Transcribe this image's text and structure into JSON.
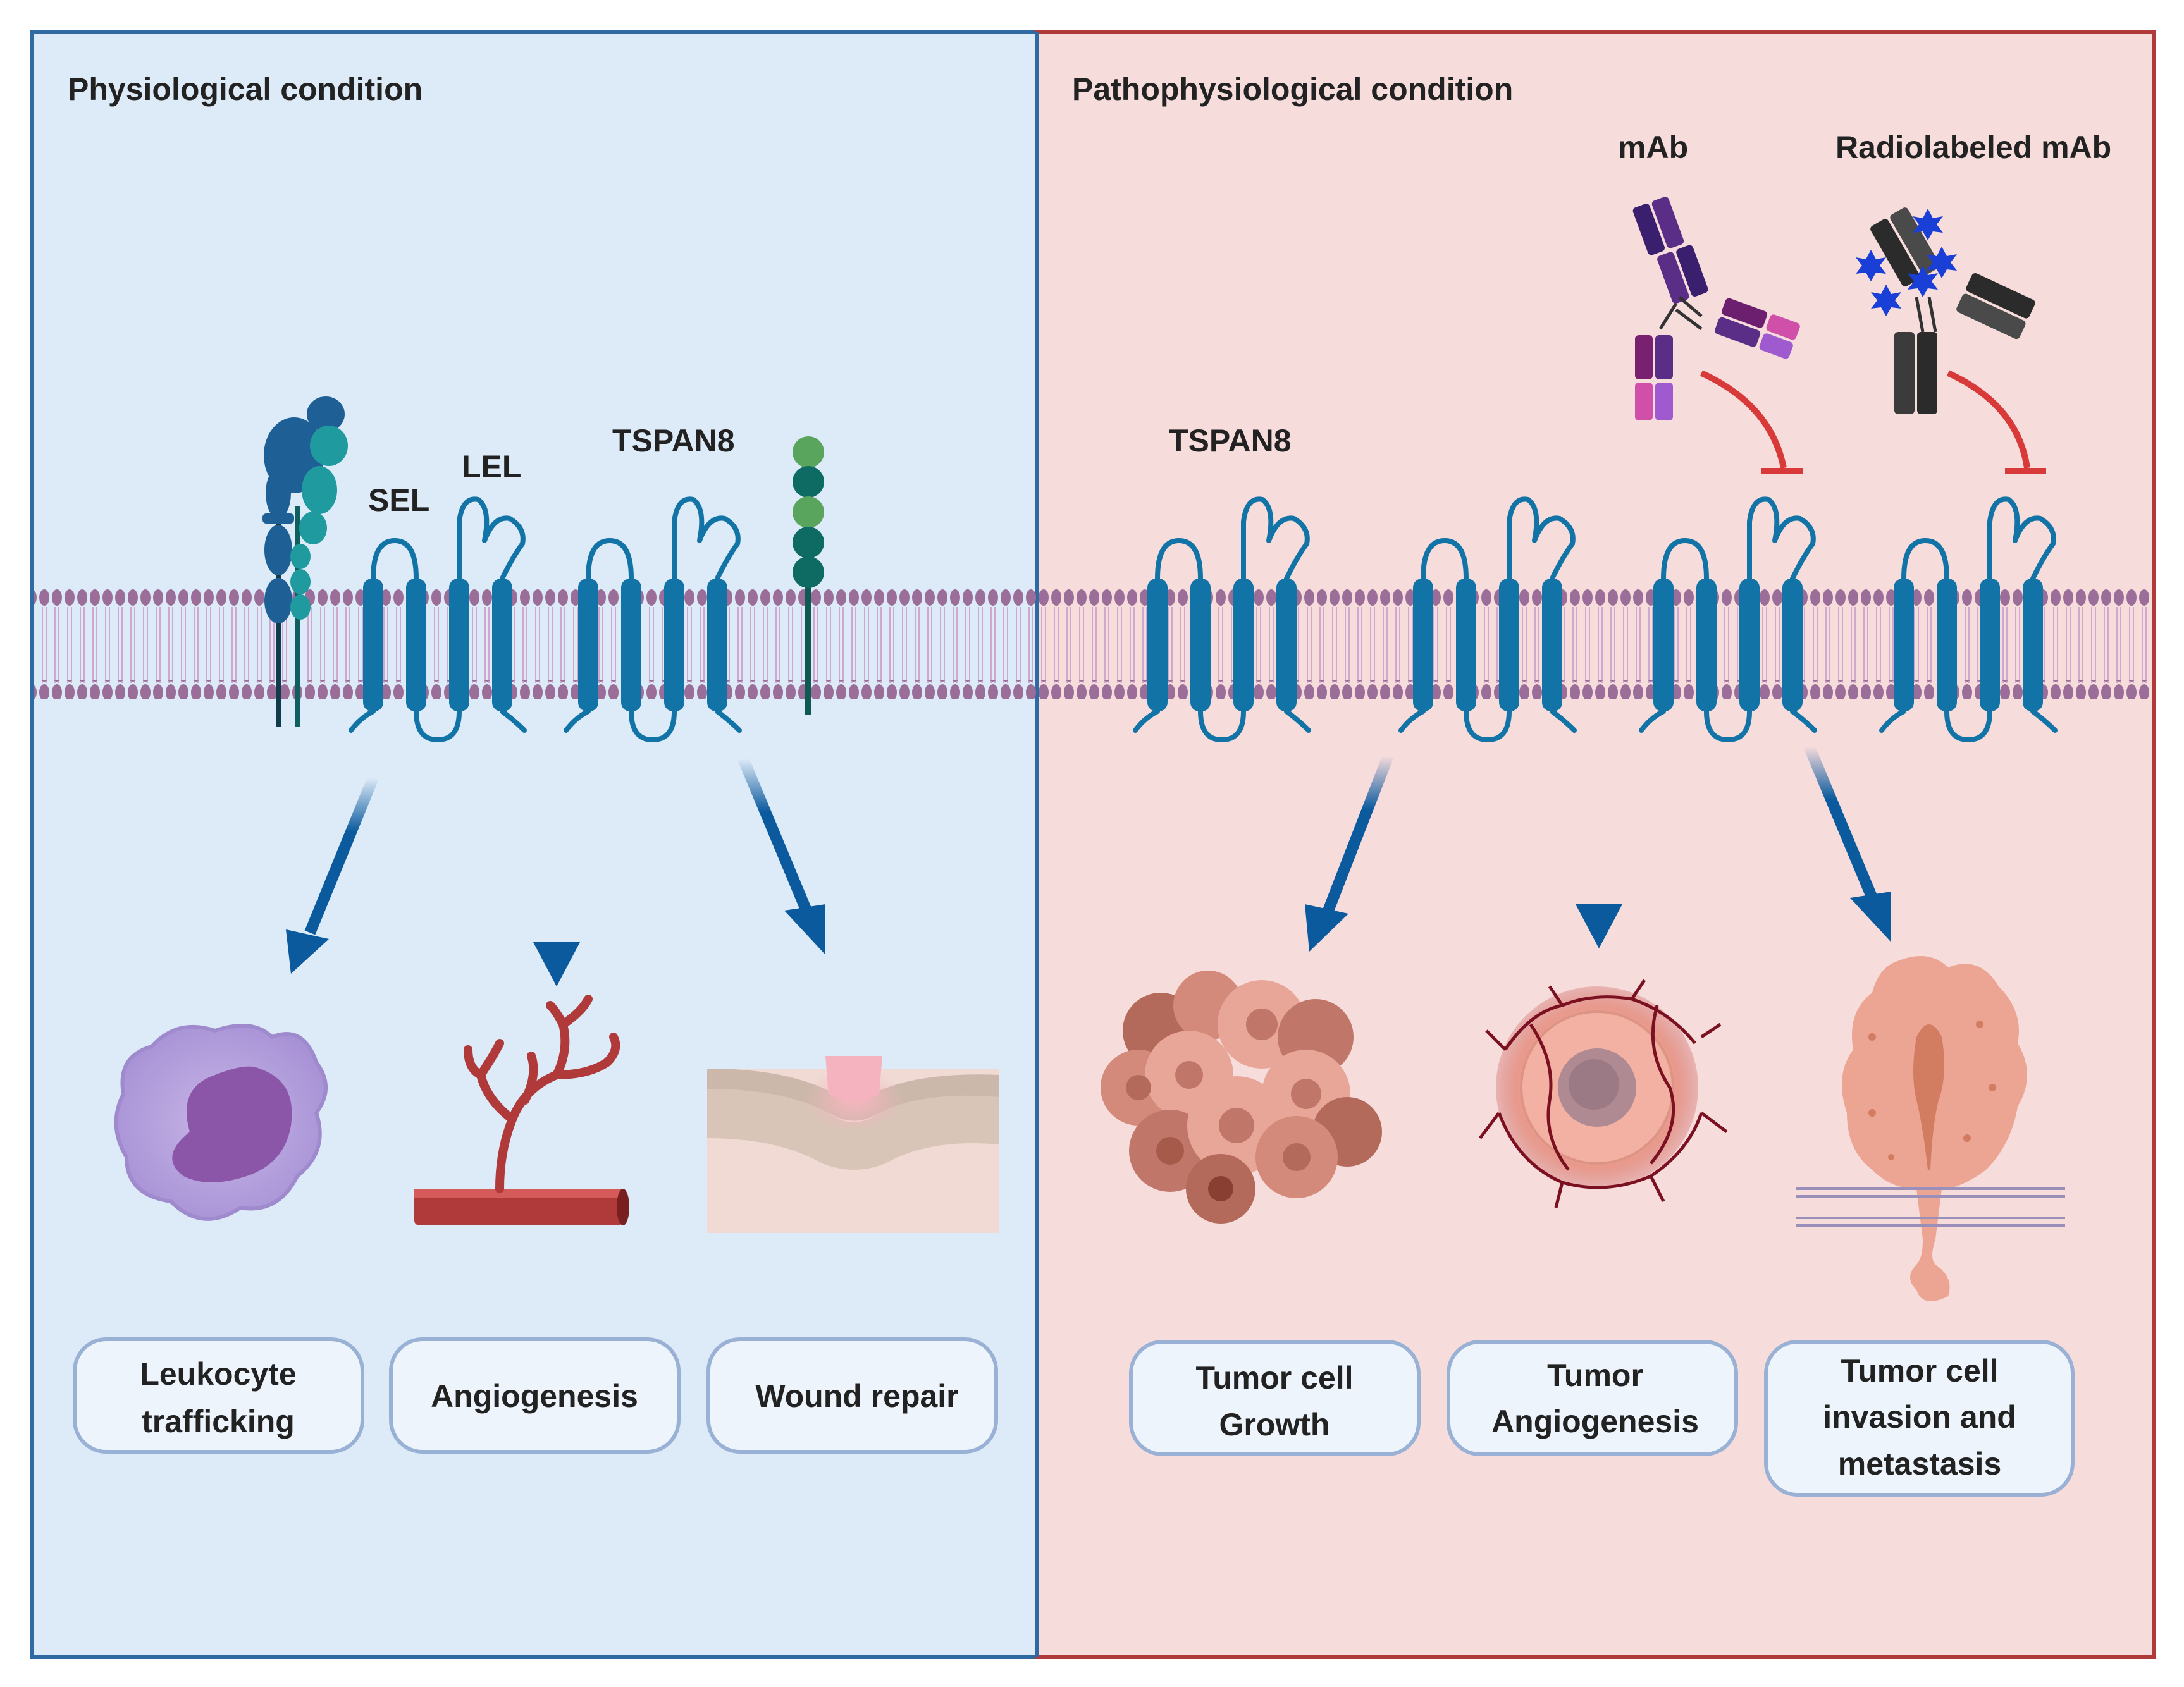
{
  "panels": {
    "left": {
      "title": "Physiological condition",
      "bg": "#ddeaf7",
      "border": "#2f6aa3"
    },
    "right": {
      "title": "Pathophysiological condition",
      "bg": "#f7dcdc",
      "border": "#b03a3a"
    }
  },
  "labels": {
    "sel": "SEL",
    "lel": "LEL",
    "tspan8_left": "TSPAN8",
    "tspan8_right": "TSPAN8",
    "mab": "mAb",
    "radiolabeled_mab": "Radiolabeled mAb"
  },
  "outcomes_left": [
    {
      "lines": [
        "Leukocyte",
        "trafficking"
      ]
    },
    {
      "lines": [
        "Angiogenesis"
      ]
    },
    {
      "lines": [
        "Wound repair"
      ]
    }
  ],
  "outcomes_right": [
    {
      "lines": [
        "Tumor cell",
        "Growth"
      ]
    },
    {
      "lines": [
        "Tumor",
        "Angiogenesis"
      ]
    },
    {
      "lines": [
        "Tumor cell",
        "invasion and",
        "metastasis"
      ]
    }
  ],
  "colors": {
    "tspan": "#1274a6",
    "arrow": "#0b5a9e",
    "inhibit": "#d83a3a",
    "membrane": "#9a6e99",
    "mab": "#5a2d86",
    "radio_mab": "#3b3b3b",
    "radio_label": "#1a3fd6"
  }
}
